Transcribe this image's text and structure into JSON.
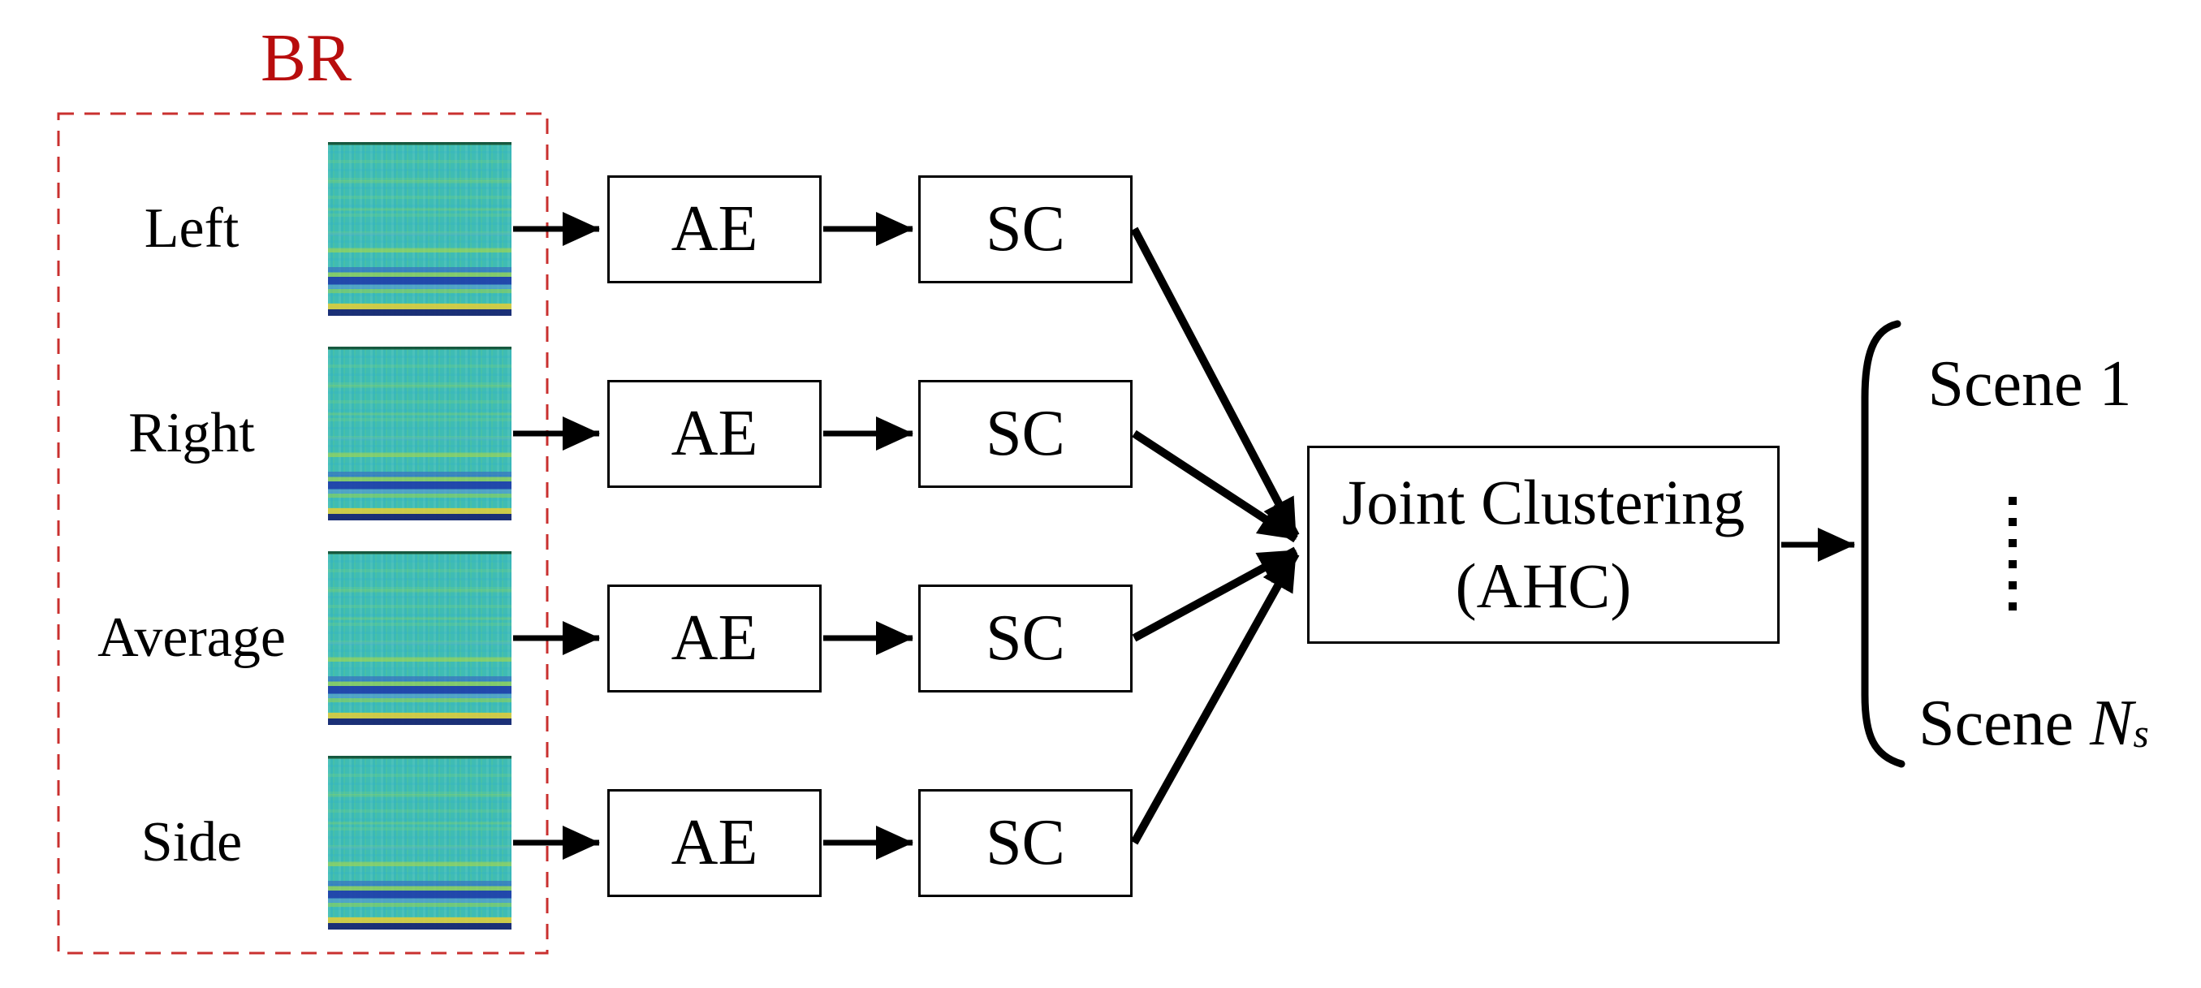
{
  "figure": {
    "group_label": "BR",
    "rows": [
      {
        "label": "Left",
        "image": "spectrogram",
        "ae": "AE",
        "sc": "SC"
      },
      {
        "label": "Right",
        "image": "spectrogram",
        "ae": "AE",
        "sc": "SC"
      },
      {
        "label": "Average",
        "image": "spectrogram",
        "ae": "AE",
        "sc": "SC"
      },
      {
        "label": "Side",
        "image": "spectrogram",
        "ae": "AE",
        "sc": "SC"
      }
    ],
    "joint": {
      "line1": "Joint Clustering",
      "line2": "(AHC)"
    },
    "scenes": {
      "first": "Scene 1",
      "last_text": "Scene ",
      "last_var": "N",
      "last_sub": "s"
    },
    "colors": {
      "group_label_red": "#b80d0d",
      "dashed_border_red": "#c9302f",
      "ink": "#000000",
      "spectrogram_base": "#3fbcb4",
      "background": "#ffffff"
    }
  }
}
